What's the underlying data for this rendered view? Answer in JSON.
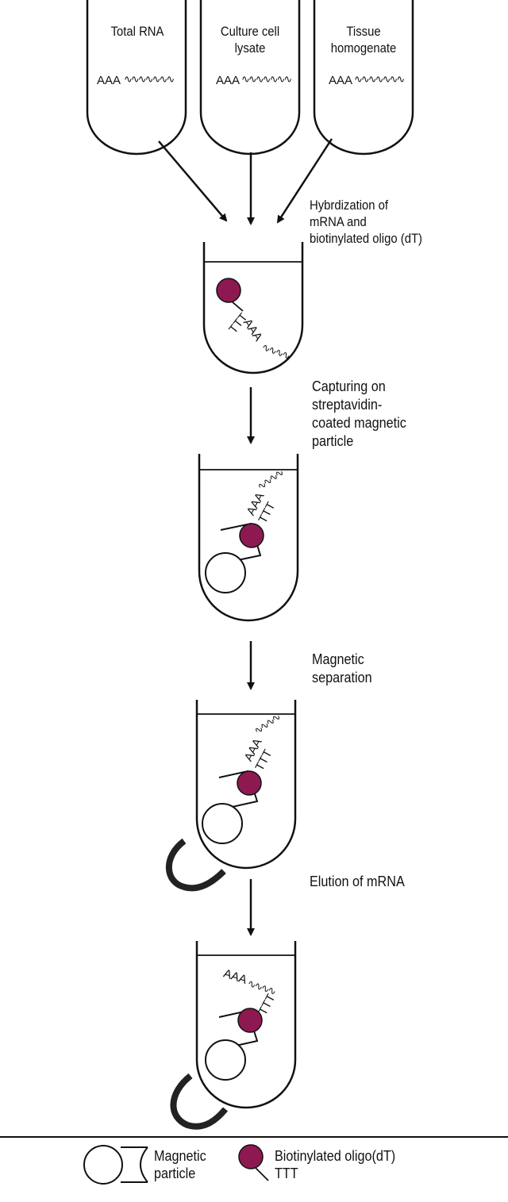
{
  "sources": [
    {
      "label_lines": [
        "Total RNA"
      ],
      "sequence": "AAA",
      "squiggle": "∿∿∿∿∿∿∿"
    },
    {
      "label_lines": [
        "Culture cell",
        "lysate"
      ],
      "sequence": "AAA",
      "squiggle": "∿∿∿∿∿∿∿"
    },
    {
      "label_lines": [
        "Tissue",
        "homogenate"
      ],
      "sequence": "AAA",
      "squiggle": "∿∿∿∿∿∿∿"
    }
  ],
  "steps": [
    {
      "label_lines": [
        "Hybrdization of",
        "mRNA and",
        "biotinylated oligo (dT)"
      ]
    },
    {
      "label_lines": [
        "Capturing on",
        "streptavidin-",
        "coated magnetic",
        "particle"
      ]
    },
    {
      "label_lines": [
        "Magnetic",
        "separation"
      ]
    },
    {
      "label_lines": [
        "Elution of mRNA"
      ]
    }
  ],
  "strand": {
    "poly_a": "AAA",
    "oligo_dt": "TTT",
    "squiggle": "∿∿∿∿"
  },
  "legend": {
    "magnetic_particle_lines": [
      "Magnetic",
      "particle"
    ],
    "oligo_lines": [
      "Biotinylated oligo(dT)",
      "TTT"
    ]
  },
  "colors": {
    "bead": "#8e1950",
    "line": "#111111",
    "magnet": "#222222"
  }
}
